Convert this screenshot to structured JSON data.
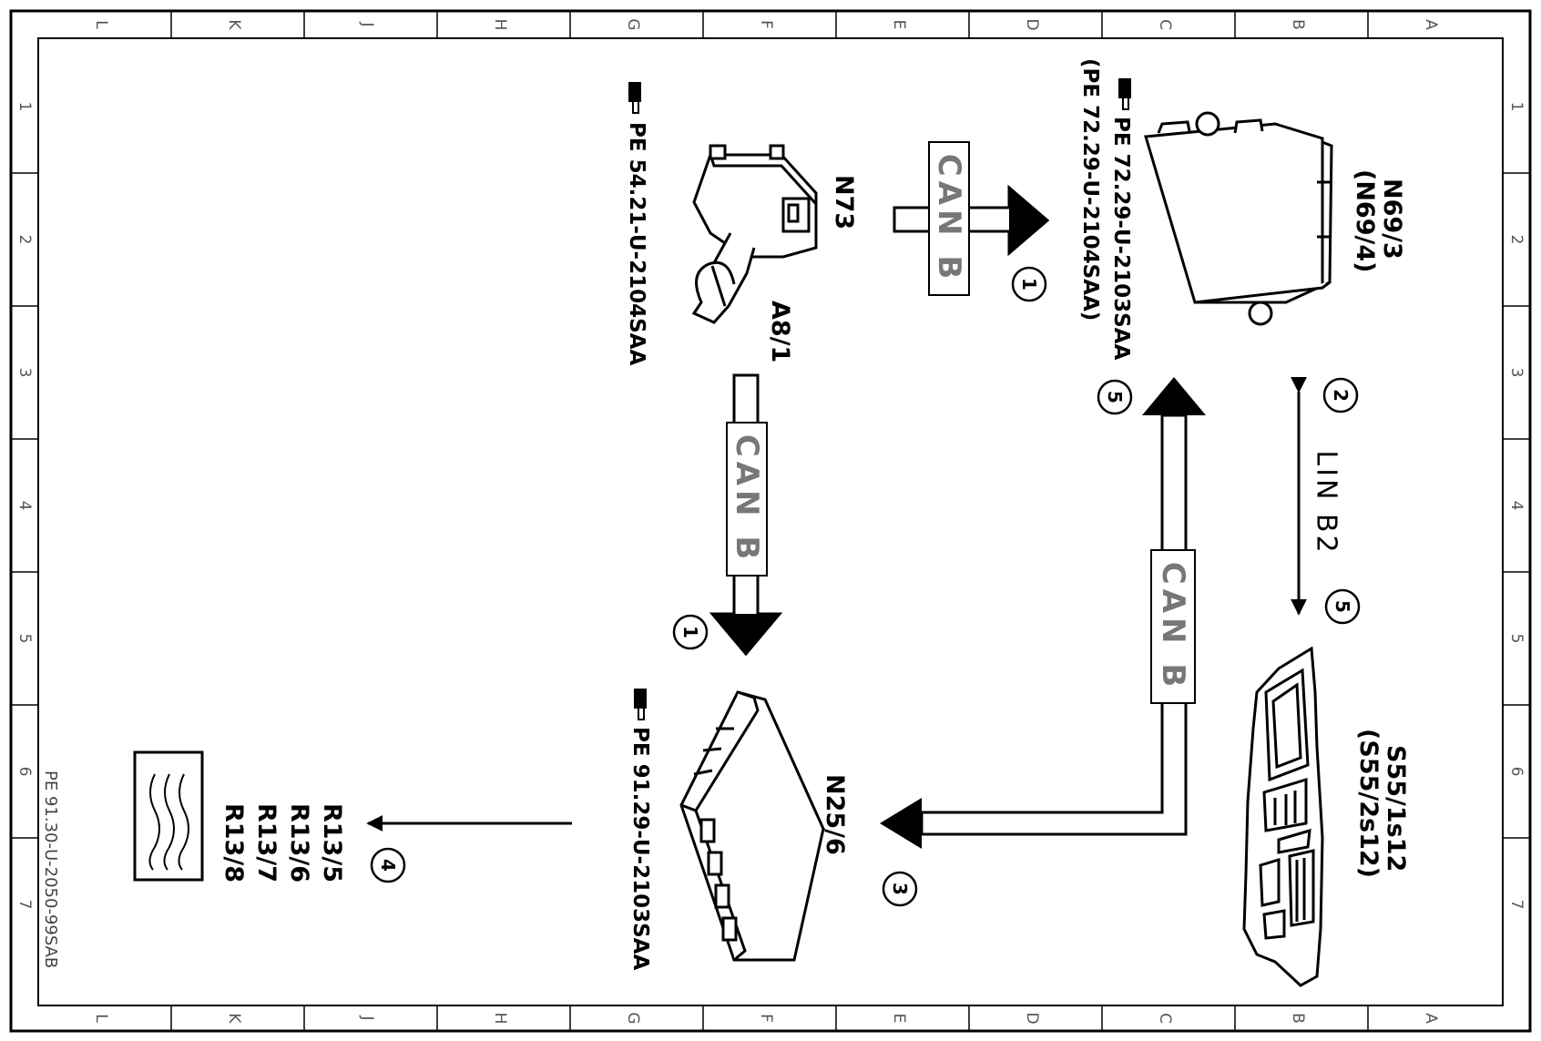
{
  "grid": {
    "columns": [
      "L",
      "K",
      "J",
      "H",
      "G",
      "F",
      "E",
      "D",
      "C",
      "B",
      "A"
    ],
    "rows": [
      "1",
      "2",
      "3",
      "4",
      "5",
      "6",
      "7"
    ]
  },
  "components": {
    "n73": {
      "code": "N73",
      "ref": "PE 54.21-U-2104SAA"
    },
    "a8_1": {
      "code": "A8/1"
    },
    "n69_3": {
      "code": "N69/3",
      "alt_code": "(N69/4)",
      "ref": "PE 72.29-U-2103SAA",
      "ref_alt": "(PE 72.29-U-2104SAA)"
    },
    "n25_6": {
      "code": "N25/6",
      "ref": "PE 91.29-U-2103SAA"
    },
    "s55": {
      "code": "S55/1s12",
      "alt_code": "(S55/2s12)"
    },
    "r13": {
      "codes": [
        "R13/5",
        "R13/6",
        "R13/7",
        "R13/8"
      ]
    }
  },
  "buses": {
    "can_top": "CAN B",
    "can_mid": "CAN B",
    "can_right": "CAN B",
    "lin": "LIN B2"
  },
  "markers": {
    "m1_top": "1",
    "m1_mid": "1",
    "m2": "2",
    "m3": "3",
    "m4": "4",
    "m5_top": "5",
    "m5_lin": "5"
  },
  "footer": {
    "code": "PE 91.30-U-2050-99SAB"
  },
  "colors": {
    "line": "#000000",
    "bus_label": "#777777",
    "grid_label": "#555555"
  }
}
